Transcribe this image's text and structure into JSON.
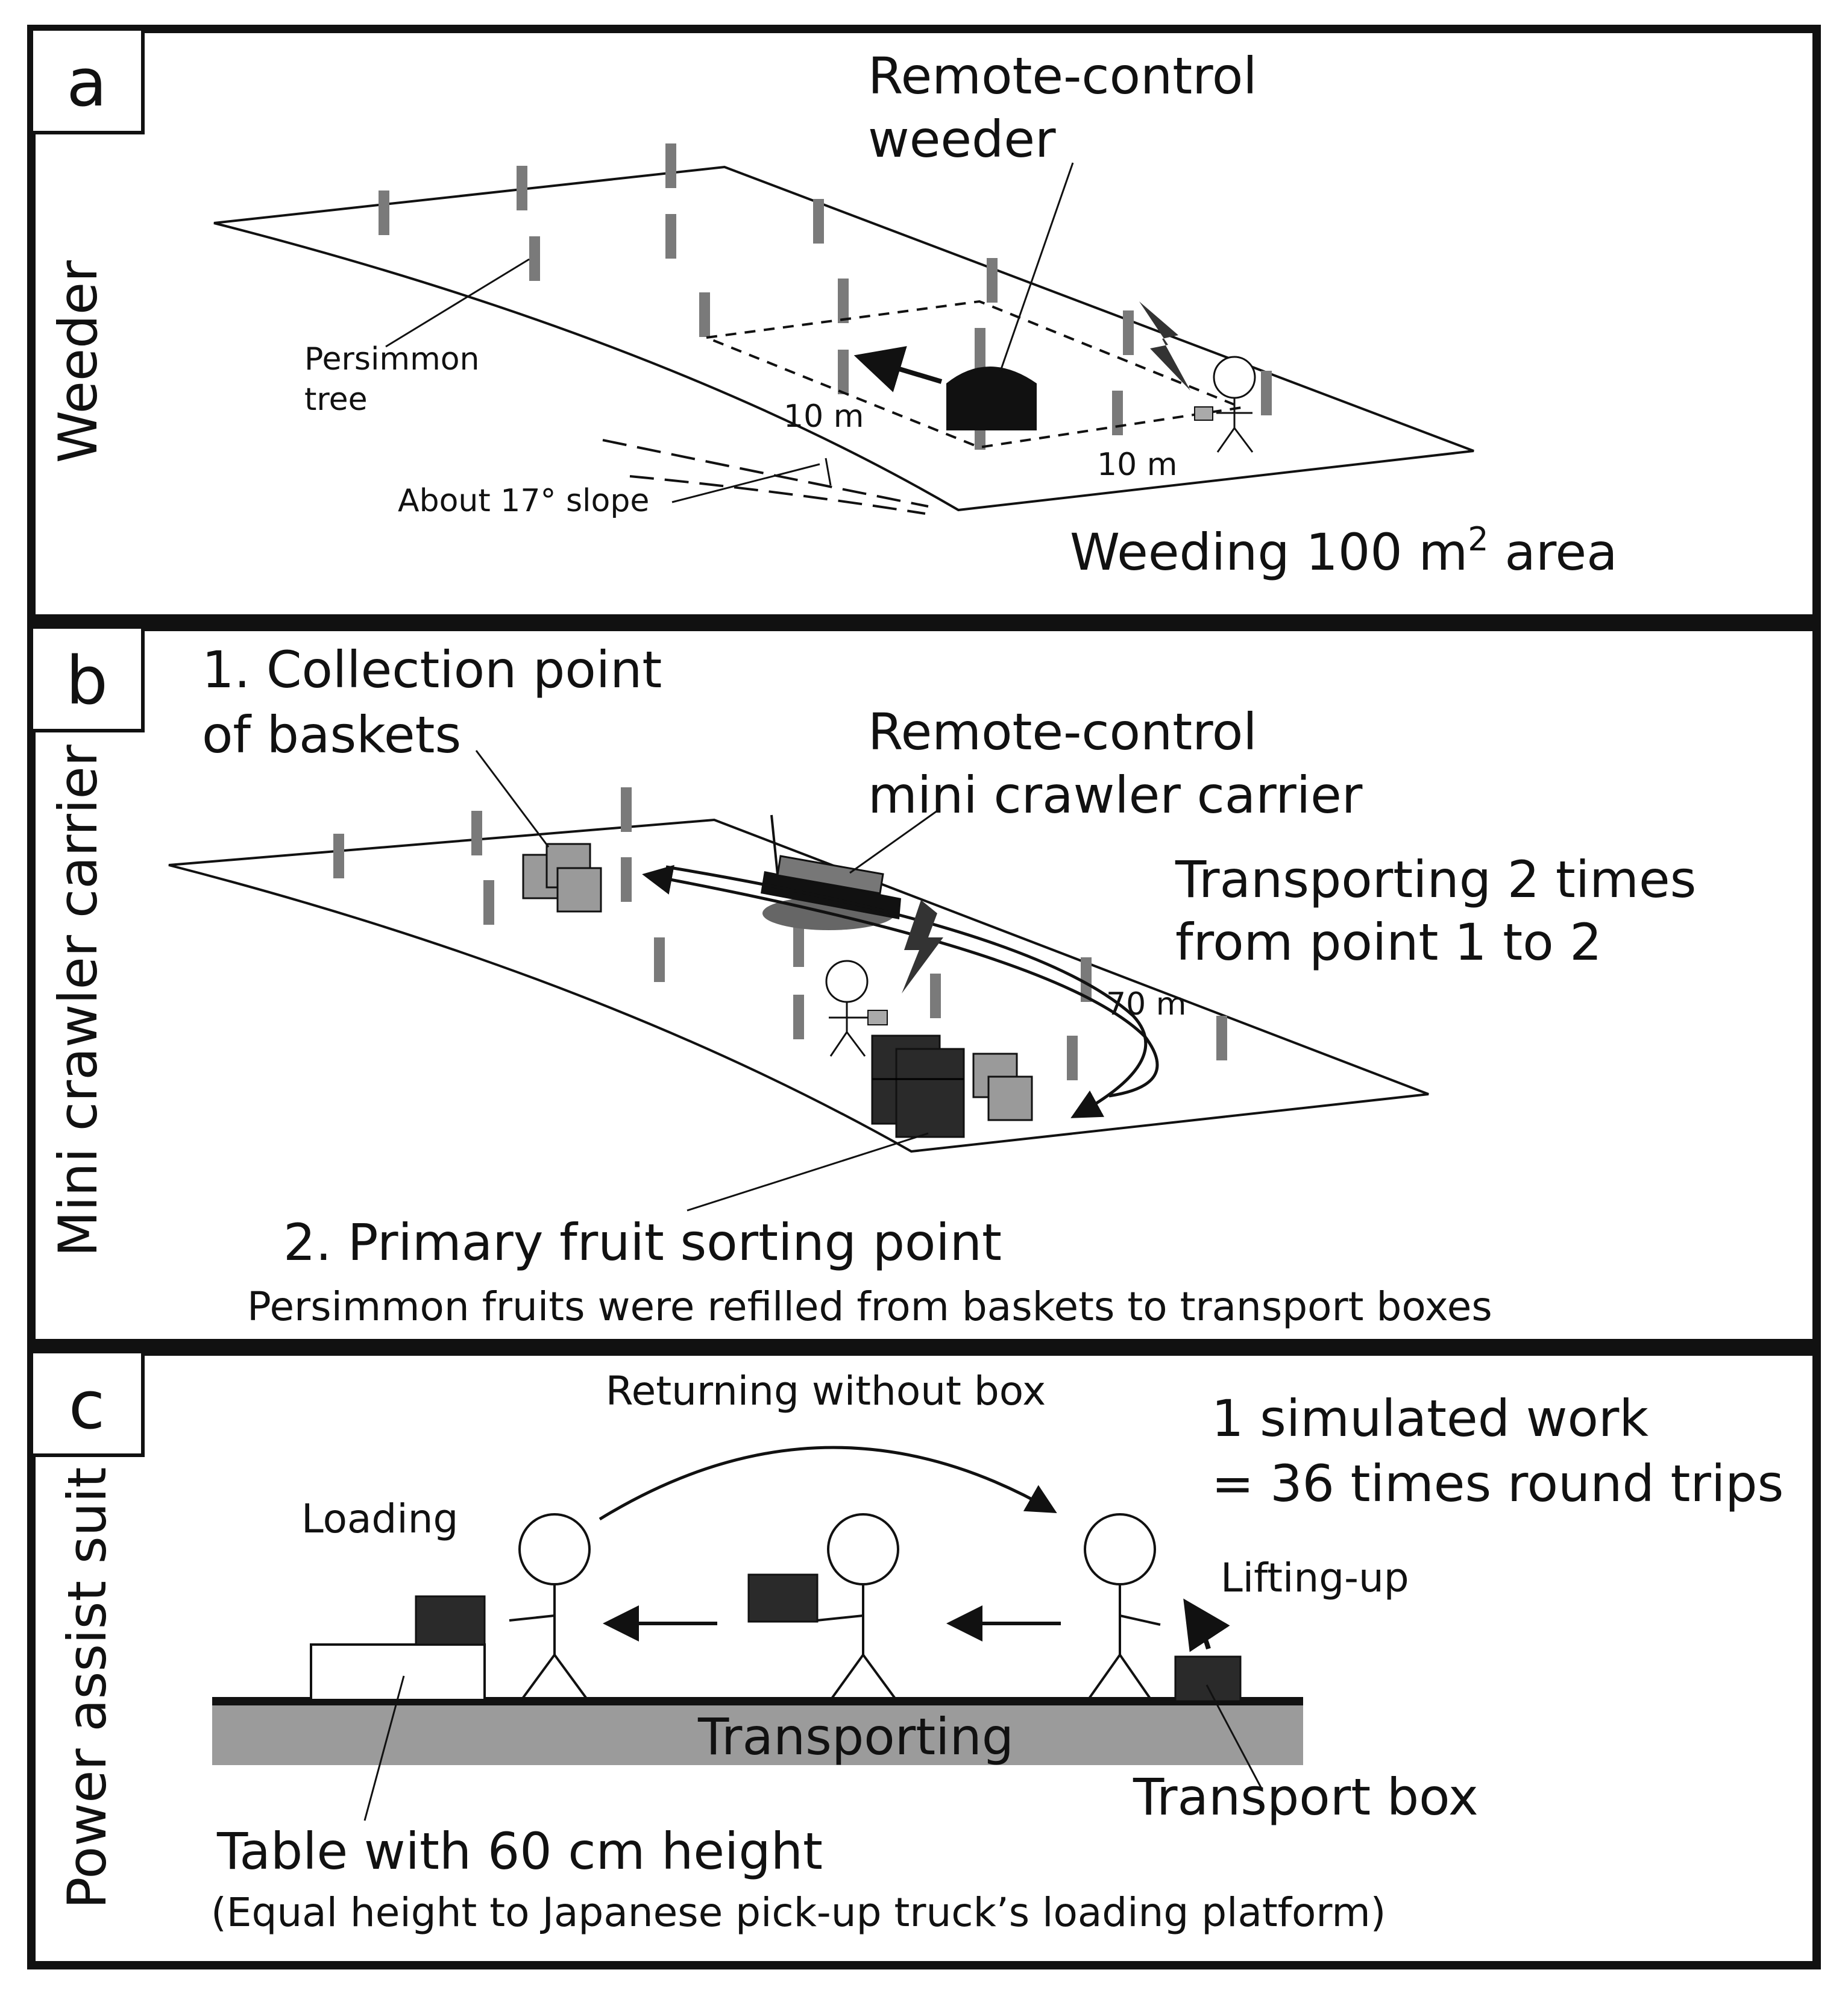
{
  "colors": {
    "border": "#111111",
    "tree": "#7a7a7a",
    "basket": "#9a9a9a",
    "box": "#2a2a2a",
    "floor": "#9b9b9b"
  },
  "panel_a": {
    "letter": "a",
    "side_label": "Weeder",
    "device_label_line1": "Remote-control",
    "device_label_line2": "weeder",
    "tree_label_line1": "Persimmon",
    "tree_label_line2": "tree",
    "slope_label": "About 17° slope",
    "dim_left": "10 m",
    "dim_right": "10 m",
    "area_prefix": "Weeding 100 m",
    "area_sup": "2",
    "area_suffix": " area"
  },
  "panel_b": {
    "letter": "b",
    "side_label": "Mini crawler carrier",
    "point1_line1": "1. Collection point",
    "point1_line2": "of baskets",
    "device_label_line1": "Remote-control",
    "device_label_line2": "mini crawler carrier",
    "transport_line1": "Transporting 2 times",
    "transport_line2": "from point 1 to 2",
    "distance": "70 m",
    "point2": "2. Primary fruit sorting point",
    "point2_note": "Persimmon fruits were refilled from baskets to transport boxes"
  },
  "panel_c": {
    "letter": "c",
    "side_label": "Power assist suit",
    "returning": "Returning without box",
    "work_line1": "1 simulated work",
    "work_line2": "= 36 times round trips",
    "loading": "Loading",
    "lifting": "Lifting-up",
    "transporting": "Transporting",
    "transport_box": "Transport box",
    "table_line1": "Table with 60 cm height",
    "table_line2": "(Equal height to Japanese pick-up truck’s loading platform)"
  }
}
